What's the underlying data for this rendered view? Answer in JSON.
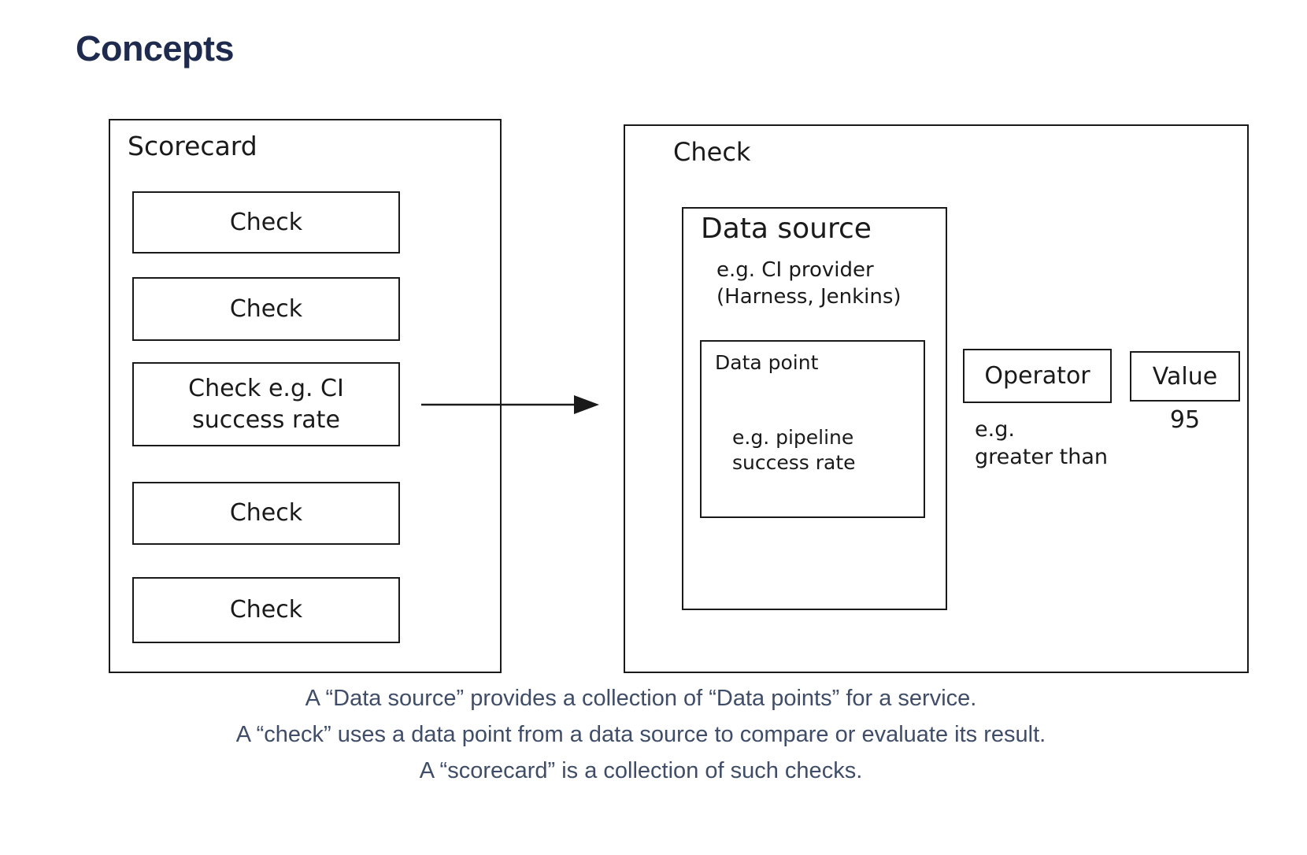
{
  "page": {
    "title": "Concepts",
    "caption_lines": [
      "A “Data source” provides a collection of “Data points” for a service.",
      "A “check” uses a data point from a data source to compare or evaluate its result.",
      "A “scorecard” is a collection of such checks."
    ]
  },
  "colors": {
    "title": "#1f2b4e",
    "caption": "#3f4d68",
    "diagram_stroke": "#1a1a1a",
    "background": "#ffffff"
  },
  "scorecard": {
    "label": "Scorecard",
    "checks": [
      {
        "label": "Check"
      },
      {
        "label": "Check"
      },
      {
        "label": "Check e.g. CI\nsuccess rate"
      },
      {
        "label": "Check"
      },
      {
        "label": "Check"
      }
    ]
  },
  "check_detail": {
    "label": "Check",
    "data_source": {
      "title": "Data source",
      "example": "e.g. CI provider\n(Harness, Jenkins)",
      "data_point": {
        "title": "Data point",
        "example": "e.g. pipeline\nsuccess rate"
      }
    },
    "operator": {
      "label": "Operator",
      "example": "e.g.\ngreater than"
    },
    "value": {
      "label": "Value",
      "example": "95"
    }
  }
}
